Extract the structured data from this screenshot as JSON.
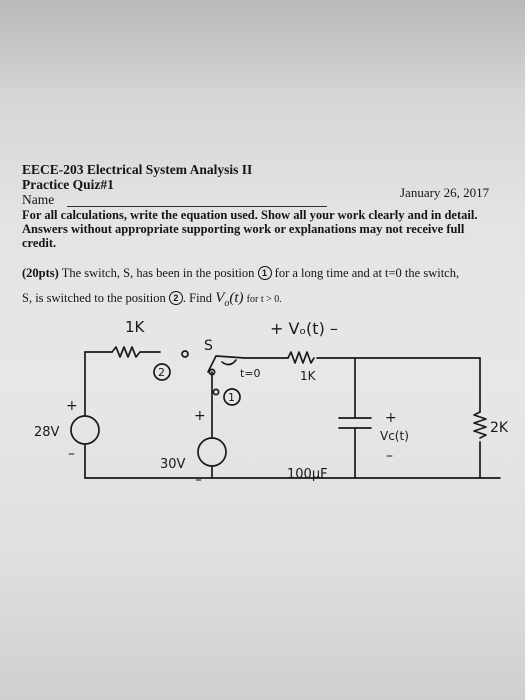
{
  "header": {
    "title": "EECE-203 Electrical System Analysis II",
    "subtitle": "Practice Quiz#1",
    "date": "January 26, 2017",
    "name_label": "Name"
  },
  "instructions": "For all calculations, write the equation used. Show all your work clearly and in detail. Answers without appropriate supporting work or explanations may not receive full credit.",
  "question": {
    "points": "(20pts)",
    "text_a": "The switch, S, has been in the position",
    "pos1": "1",
    "text_b": "for a long time and at t=0 the switch,",
    "text_c": "S, is switched to the position",
    "pos2": "2",
    "text_d": ". Find",
    "v_symbol": "V",
    "v_sub": "o",
    "v_arg": "(t)",
    "condition": "for t > 0."
  },
  "circuit": {
    "r1_label": "1K",
    "vo_label": "+ Vₒ(t) –",
    "switch_label": "S",
    "switch_time": "t=0",
    "pos2_mark": "2",
    "pos1_mark": "1",
    "r2_label": "1K",
    "source1": "28V",
    "source1_plus": "+",
    "source1_minus": "–",
    "source2": "30V",
    "source2_plus": "+",
    "source2_minus": "–",
    "cap_label": "100μF",
    "vc_label": "Vc(t)",
    "vc_plus": "+",
    "vc_minus": "–",
    "r3_label": "2K"
  }
}
